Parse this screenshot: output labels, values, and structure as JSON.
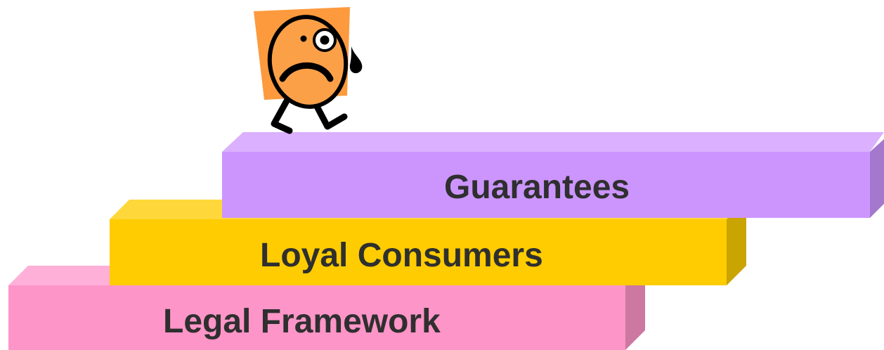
{
  "steps": [
    {
      "id": "legal",
      "label": "Legal Framework",
      "colors": {
        "front": "#fe95c8",
        "top": "#feb0d8",
        "side": "#cc78a0"
      }
    },
    {
      "id": "loyal",
      "label": "Loyal Consumers",
      "colors": {
        "front": "#fecc00",
        "top": "#fed83a",
        "side": "#caa400"
      }
    },
    {
      "id": "guarantees",
      "label": "Guarantees",
      "colors": {
        "front": "#cc95fe",
        "top": "#dbb0fe",
        "side": "#a478cc"
      }
    }
  ],
  "character": {
    "icon": "worried-character-icon",
    "colors": {
      "square": "#fd9a3e",
      "face": "#fca048",
      "outline": "#000000"
    }
  }
}
